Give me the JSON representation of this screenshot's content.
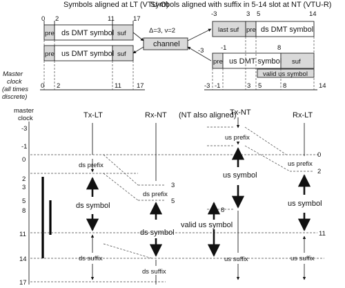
{
  "titles": {
    "left": "Symbols aligned at LT (VTU-O)",
    "right": "Symbols aligned with suffix in 5-14 slot at NT (VTU-R)"
  },
  "top_left": {
    "ticks": [
      "0",
      "2",
      "11",
      "17"
    ],
    "ds_row": [
      "pre",
      "ds DMT symbol",
      "suf"
    ],
    "us_row": [
      "pre",
      "us DMT symbol",
      "suf"
    ]
  },
  "channel": {
    "label": "channel",
    "params": "Δ=3, ν=2"
  },
  "top_right": {
    "ticks": [
      "-3",
      "3",
      "5",
      "14"
    ],
    "ds_row": [
      "last suf",
      "pre",
      "ds DMT symbol"
    ],
    "mid_ticks": [
      "-3",
      "-1",
      "8"
    ],
    "us_row": [
      "pre",
      "us DMT symbol",
      "suf"
    ],
    "valid": "valid us symbol"
  },
  "master": {
    "label_lines": [
      "Master",
      "clock",
      "(all times",
      "discrete)"
    ],
    "ticks": [
      "0",
      "2",
      "11",
      "17",
      "-3",
      "-1",
      "3",
      "5",
      "8",
      "14"
    ]
  },
  "bottom": {
    "clock_label": [
      "master",
      "clock"
    ],
    "clock_ticks": [
      "-3",
      "-1",
      "0",
      "2",
      "3",
      "5",
      "8",
      "11",
      "14",
      "17"
    ],
    "columns": [
      "Tx-LT",
      "Rx-NT",
      "(NT also aligned)",
      "Tx-NT",
      "Rx-LT"
    ],
    "txlt": [
      "ds prefix",
      "ds symbol",
      "ds suffix"
    ],
    "rxnt": [
      "ds prefix",
      "ds symbol",
      "ds suffix"
    ],
    "rxnt_ticks": [
      "3",
      "5"
    ],
    "valid": "valid us symbol",
    "valid_tick": "8",
    "txnt": [
      "us prefix",
      "us symbol",
      "us suffix"
    ],
    "rxlt": [
      "us prefix",
      "us symbol",
      "us suffix"
    ],
    "rxlt_ticks": [
      "0",
      "2",
      "11"
    ]
  }
}
